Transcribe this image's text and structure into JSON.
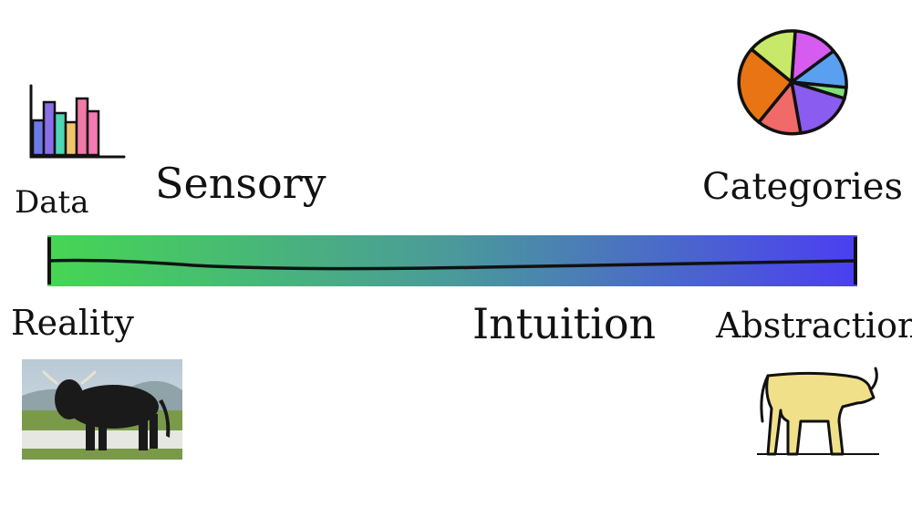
{
  "labels": {
    "data": "Data",
    "sensory": "Sensory",
    "categories": "Categories",
    "reality": "Reality",
    "intuition": "Intuition",
    "abstraction": "Abstraction"
  },
  "colors": {
    "gradient_start": "#46d653",
    "gradient_mid": "#4a9a9a",
    "gradient_end": "#4b3ef2",
    "bar_colors": [
      "#6b7be8",
      "#8b6ee8",
      "#4fd6b4",
      "#f0c46a",
      "#f07aa8",
      "#f57ab0"
    ],
    "pie_colors": [
      "#d65cf0",
      "#5aa0f0",
      "#7fe07a",
      "#8b5cf0",
      "#f06a6a",
      "#e87414",
      "#c8e86a"
    ],
    "cow_drawing_fill": "#f0e08a"
  },
  "icons": {
    "left_top": "bar-chart-icon",
    "right_top": "pie-chart-icon",
    "left_bottom": "bull-photo",
    "right_bottom": "cave-drawing-bull-icon"
  }
}
